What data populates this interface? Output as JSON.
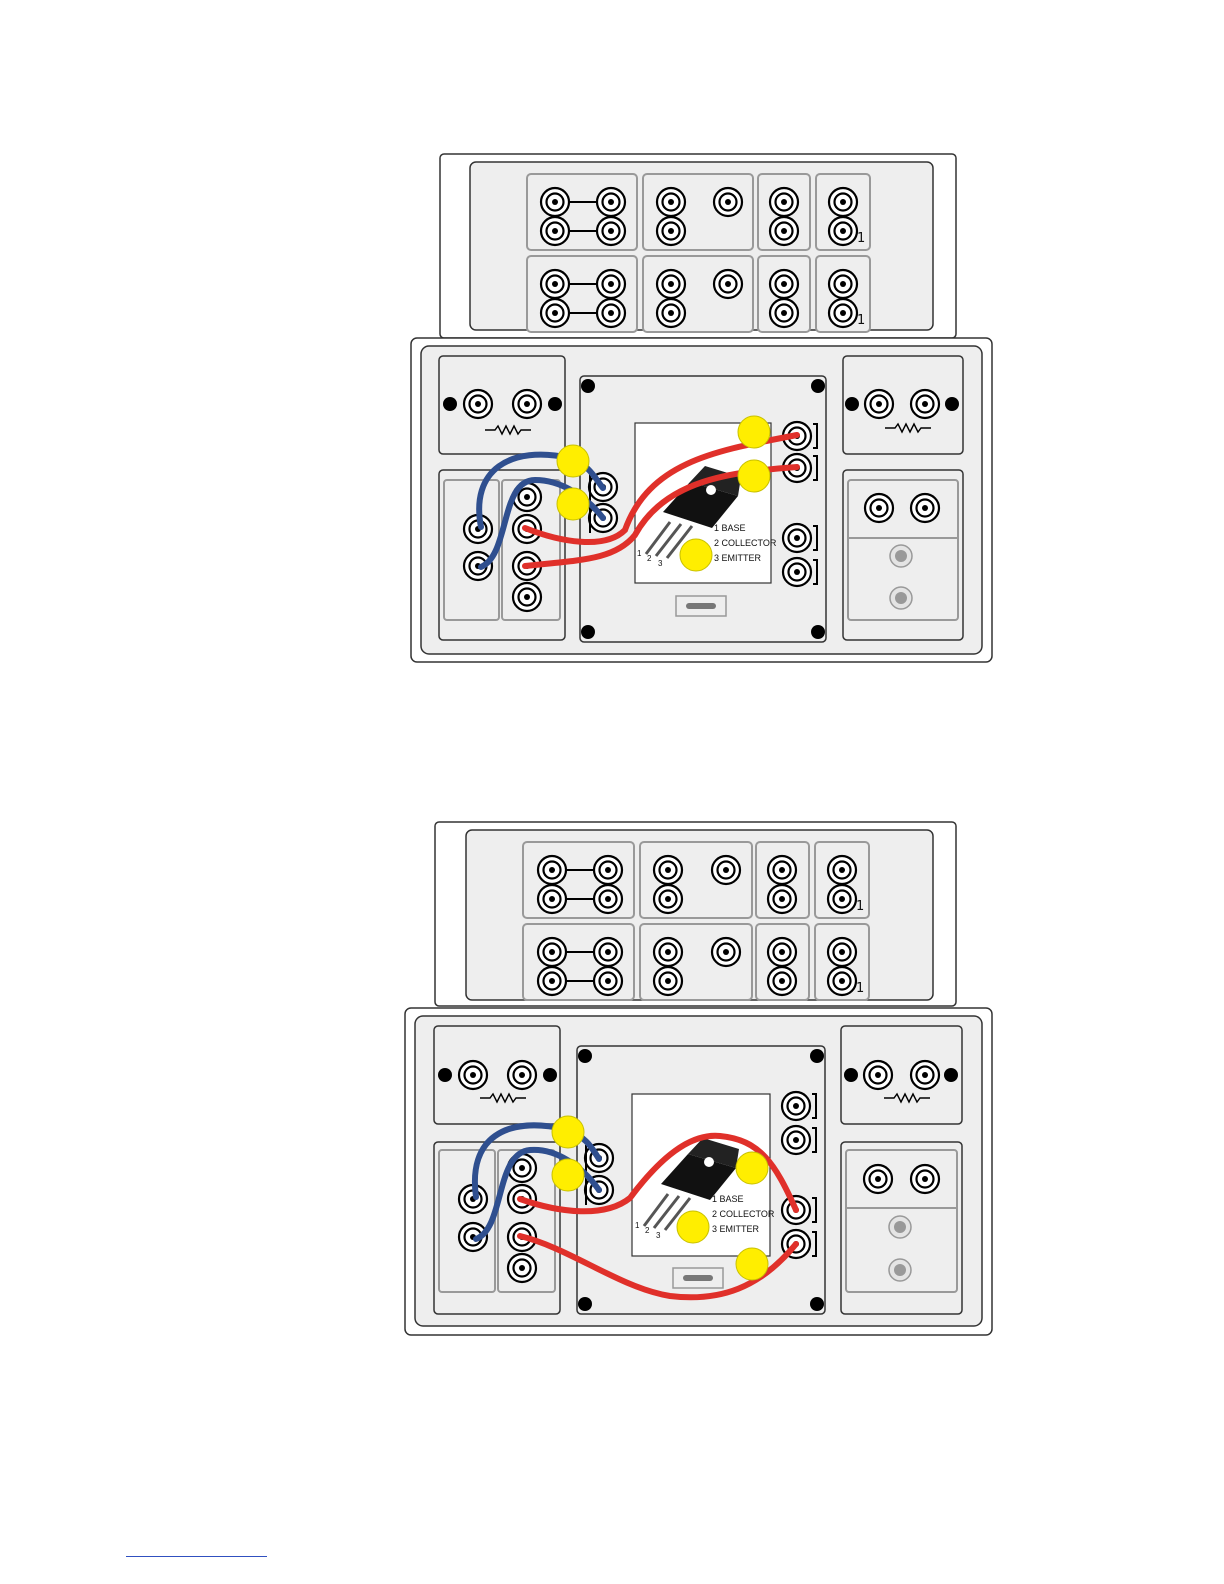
{
  "diagrams": [
    {
      "id": "diagram-1",
      "transistor_labels": {
        "base": "1 BASE",
        "collector": "2 COLLECTOR",
        "emitter": "3 EMITTER"
      },
      "pin_numbers": [
        "1",
        "2",
        "3"
      ],
      "terminal_mark": "1"
    },
    {
      "id": "diagram-2",
      "transistor_labels": {
        "base": "1 BASE",
        "collector": "2 COLLECTOR",
        "emitter": "3 EMITTER"
      },
      "pin_numbers": [
        "1",
        "2",
        "3"
      ],
      "terminal_mark": "1"
    }
  ],
  "colors": {
    "wire_blue": "#2f4f8f",
    "wire_red": "#e0302a",
    "marker_yellow": "#ffee00",
    "panel_fill": "#eeeeee",
    "outline": "#333333"
  }
}
